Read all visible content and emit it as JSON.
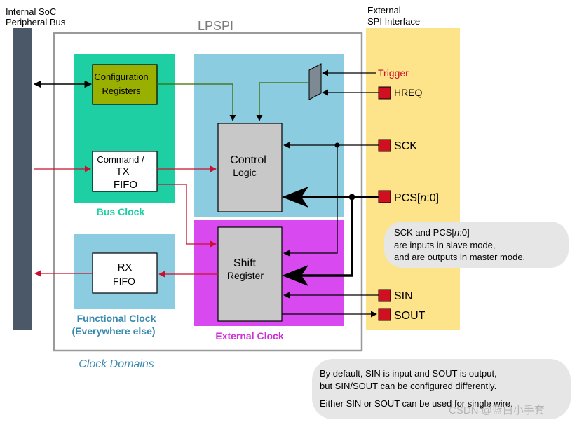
{
  "labels": {
    "internal_bus_line1": "Internal SoC",
    "internal_bus_line2": "Peripheral Bus",
    "lpspi_title": "LPSPI",
    "external_line1": "External",
    "external_line2": "SPI Interface",
    "config_line1": "Configuration",
    "config_line2": "Registers",
    "cmd_line1": "Command /",
    "cmd_line2": "TX",
    "cmd_line3": "FIFO",
    "bus_clock": "Bus Clock",
    "control_line1": "Control",
    "control_line2": "Logic",
    "shift_line1": "Shift",
    "shift_line2": "Register",
    "rx_line1": "RX",
    "rx_line2": "FIFO",
    "functional_clock_line1": "Functional Clock",
    "functional_clock_line2": "(Everywhere else)",
    "external_clock": "External Clock",
    "clock_domains": "Clock Domains"
  },
  "pins": {
    "trigger": "Trigger",
    "hreq": "HREQ",
    "sck": "SCK",
    "pcs_prefix": "PCS[",
    "pcs_n": "n",
    "pcs_suffix": ":0]",
    "sin": "SIN",
    "sout": "SOUT"
  },
  "notes": {
    "note1_line1_prefix": "SCK and PCS[",
    "note1_line1_n": "n",
    "note1_line1_suffix": ":0]",
    "note1_line2": "are inputs in slave mode,",
    "note1_line3": "and are outputs in master mode.",
    "note2_line1": "By default, SIN is input and SOUT is output,",
    "note2_line2": "but SIN/SOUT can be configured differently.",
    "note2_line3": "Either SIN or SOUT can be used for single wire."
  },
  "watermark": "CSDN @蓝白小手套",
  "colors": {
    "bus_clock_region": "#1ecfa3",
    "external_clock_region": "#d84af0",
    "functional_clock_region": "#8ccce0",
    "control_region": "#8ccce0",
    "external_interface": "#fde38a",
    "config_registers": "#9ab000",
    "red_signal": "#c8102e",
    "pin_box": "#d01020",
    "bus_bar": "#4b5868",
    "bus_clock_text": "#1ecfa3",
    "functional_clock_text": "#3a8ab0",
    "external_clock_text": "#d030d8"
  }
}
